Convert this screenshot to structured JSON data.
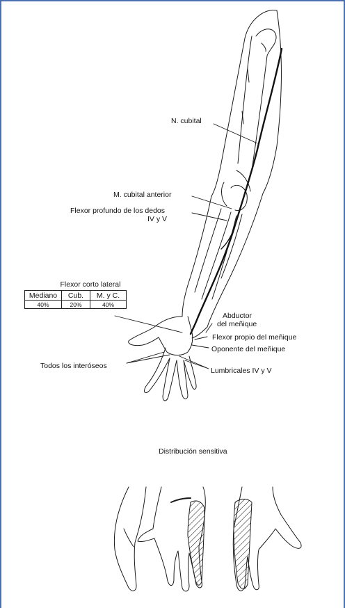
{
  "colors": {
    "frame": "#4a6fb3",
    "ink": "#1a1a1a",
    "nerve": "#111111"
  },
  "labels": {
    "n_cubital": "N. cubital",
    "m_cubital_anterior": "M. cubital anterior",
    "flexor_profundo_1": "Flexor profundo de los dedos",
    "flexor_profundo_2": "IV y V",
    "abductor_1": "Abductor",
    "abductor_2": "del meñique",
    "flexor_propio": "Flexor propio del meñique",
    "oponente": "Oponente del meñique",
    "interoseos": "Todos los interóseos",
    "lumbricales": "Lumbricales IV y V",
    "distribucion": "Distribución sensitiva"
  },
  "flexor_table": {
    "title": "Flexor corto lateral",
    "headers": [
      "Mediano",
      "Cub.",
      "M. y C."
    ],
    "values": [
      "40%",
      "20%",
      "40%"
    ]
  }
}
